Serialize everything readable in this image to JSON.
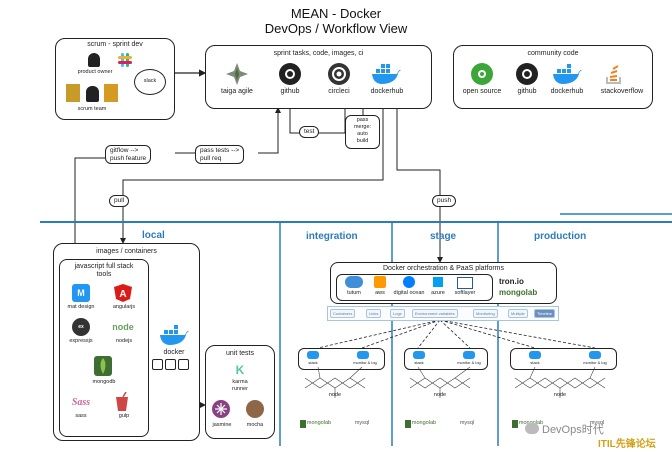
{
  "title": "MEAN - Docker",
  "subtitle": "DevOps / Workflow View",
  "scrum": {
    "heading": "scrum - sprint dev",
    "product_owner": "product owner",
    "scrum_team": "scrum team",
    "bubble": "slack"
  },
  "sprint": {
    "heading": "sprint tasks, code, images, ci",
    "tools": [
      "taiga agile",
      "github",
      "circleci",
      "dockerhub"
    ],
    "test_label": "test",
    "pass_merge": [
      "pass",
      "merge:",
      "auto",
      "build"
    ]
  },
  "community": {
    "heading": "community code",
    "tools": [
      "open source",
      "github",
      "dockerhub",
      "stackoverflow"
    ]
  },
  "flows": {
    "gitflow": [
      "gitflow -->",
      "push feature"
    ],
    "pass_tests": [
      "pass tests -->",
      "pull req"
    ],
    "pull": "pull",
    "push": "push"
  },
  "zones": [
    "local",
    "integration",
    "stage",
    "production"
  ],
  "images": {
    "heading": "images / containers",
    "js_heading": [
      "javascript full stack",
      "tools"
    ],
    "tools": [
      "mat design",
      "angularjs",
      "expressjs",
      "nodejs",
      "mongodb",
      "sass",
      "gulp"
    ],
    "docker": "docker"
  },
  "unit_tests": {
    "heading": "unit tests",
    "tools": [
      "karma",
      "runner",
      "jasmine",
      "mocha"
    ]
  },
  "orchestration": {
    "heading": "Docker orchestration & PaaS platforms",
    "platforms": [
      "tutum",
      "aws",
      "digital ocean",
      "azure",
      "softlayer",
      "mongolab",
      "tron.io"
    ],
    "toolbar": [
      "Containers",
      "Links",
      "Logs",
      "Environment variables",
      "Monitoring",
      "Multiple",
      "Timeline"
    ]
  },
  "deploy": {
    "node_label": "node",
    "mongo_label": "mongolab",
    "db_label": "mysql",
    "small_labels": [
      "stack",
      "monitor & log"
    ]
  },
  "watermark": {
    "wechat": "DevOps时代",
    "forum": "ITIL先锋论坛"
  },
  "colors": {
    "zone_blue": "#2b7bbd",
    "docker_blue": "#2396ed",
    "angular_red": "#dd1b16",
    "node_green": "#68a063",
    "gulp_red": "#cf4646",
    "sass_pink": "#cc6699"
  }
}
